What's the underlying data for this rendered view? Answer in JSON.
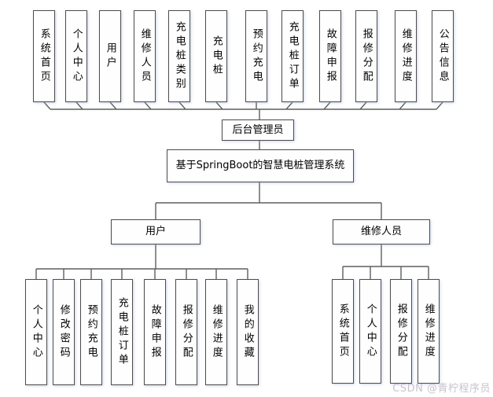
{
  "diagram": {
    "root_label": "基于SpringBoot的智慧电桩管理系统",
    "admin": {
      "label": "后台管理员",
      "modules": [
        {
          "label": "系统首页"
        },
        {
          "label": "个人中心"
        },
        {
          "label": "用户"
        },
        {
          "label": "维修人员"
        },
        {
          "label": "充电桩类别"
        },
        {
          "label": "充电桩"
        },
        {
          "label": "预约充电"
        },
        {
          "label": "充电桩订单"
        },
        {
          "label": "故障申报"
        },
        {
          "label": "报修分配"
        },
        {
          "label": "维修进度"
        },
        {
          "label": "公告信息"
        }
      ]
    },
    "user": {
      "label": "用户",
      "modules": [
        {
          "label": "个人中心"
        },
        {
          "label": "修改密码"
        },
        {
          "label": "预约充电"
        },
        {
          "label": "充电桩订单"
        },
        {
          "label": "故障申报"
        },
        {
          "label": "报修分配"
        },
        {
          "label": "维修进度"
        },
        {
          "label": "我的收藏"
        }
      ]
    },
    "maintenance": {
      "label": "维修人员",
      "modules": [
        {
          "label": "系统首页"
        },
        {
          "label": "个人中心"
        },
        {
          "label": "报修分配"
        },
        {
          "label": "维修进度"
        }
      ]
    }
  },
  "watermark": "CSDN @青柠程序员",
  "colors": {
    "background": "#ffffff",
    "node_border": "#4d4d4d",
    "connector_line": "#5f5f5f",
    "watermark_text": "#c9c2cf"
  }
}
